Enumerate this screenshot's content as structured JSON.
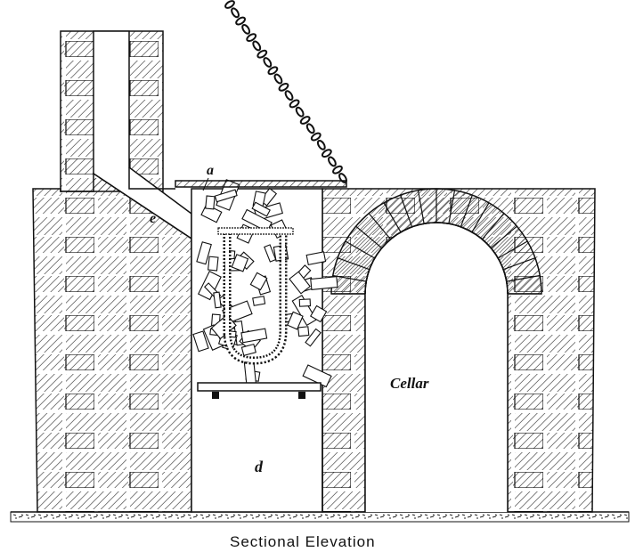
{
  "title": "Sectional Elevation",
  "labels": {
    "a": "a",
    "e": "e",
    "d": "d",
    "cellar": "Cellar"
  },
  "colors": {
    "ink": "#111111",
    "paper": "#ffffff"
  }
}
